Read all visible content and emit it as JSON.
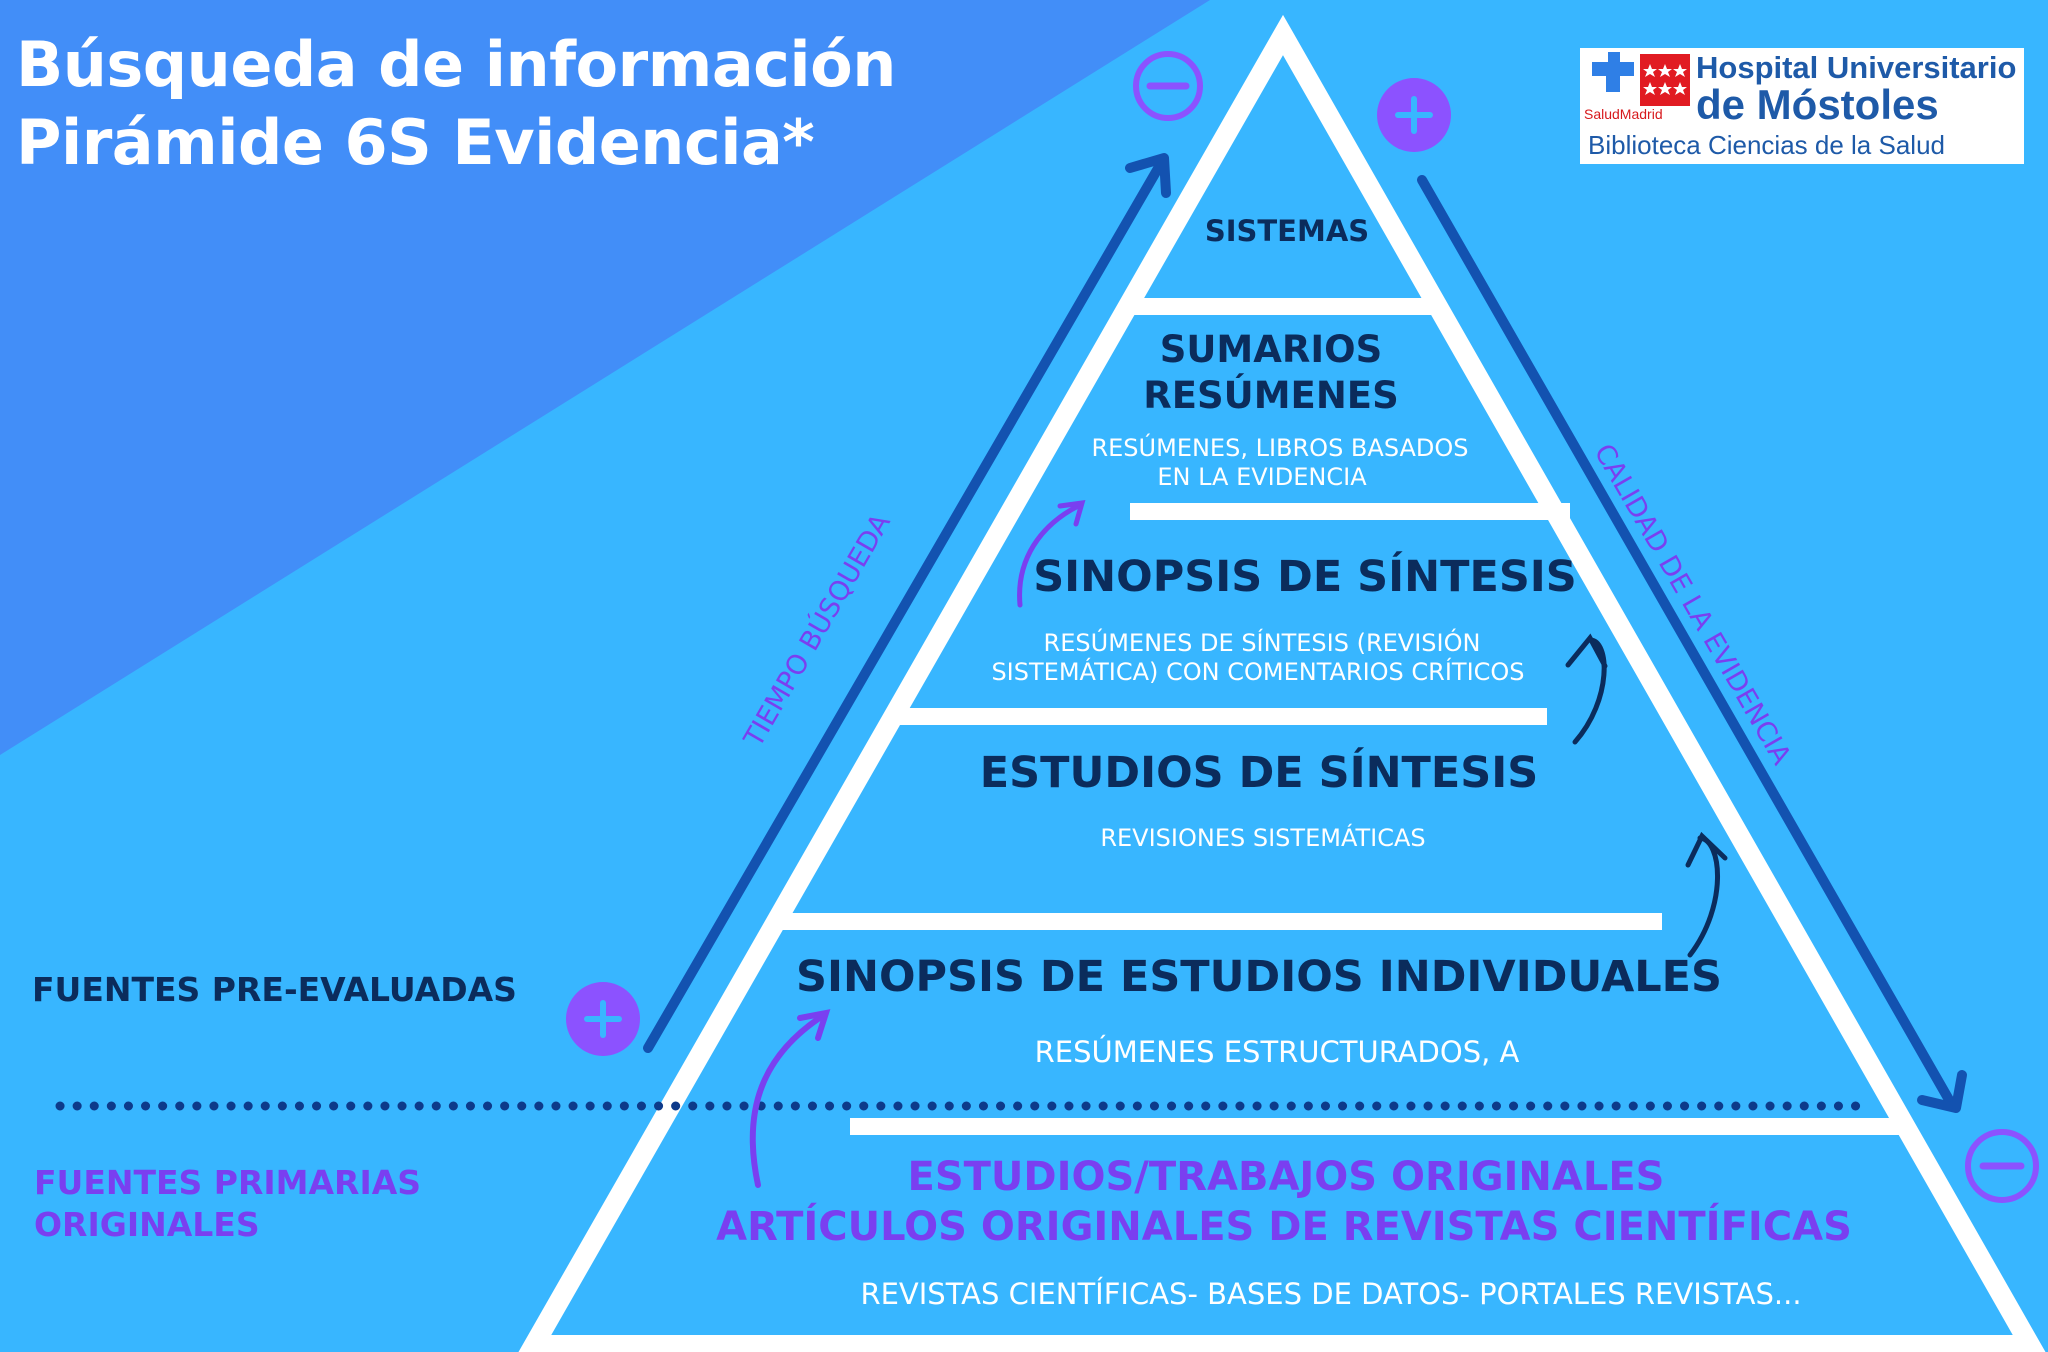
{
  "title": {
    "line1": "Búsqueda de información",
    "line2": "Pirámide 6S Evidencia*"
  },
  "logo": {
    "line1": "Hospital Universitario",
    "line2": "de Móstoles",
    "line3": "Biblioteca Ciencias de la Salud",
    "sub_brand": "SaludMadrid"
  },
  "pyramid": {
    "levels": [
      {
        "title": "SISTEMAS",
        "description": ""
      },
      {
        "title": "SUMARIOS RESÚMENES",
        "title_lines": [
          "SUMARIOS",
          "RESÚMENES"
        ],
        "description_lines": [
          "RESÚMENES, LIBROS BASADOS",
          "EN LA EVIDENCIA"
        ]
      },
      {
        "title": "SINOPSIS DE SÍNTESIS",
        "description_lines": [
          "RESÚMENES DE SÍNTESIS  (REVISIÓN",
          "SISTEMÁTICA) CON COMENTARIOS CRÍTICOS"
        ]
      },
      {
        "title": "ESTUDIOS DE SÍNTESIS",
        "description_lines": [
          "REVISIONES SISTEMÁTICAS"
        ]
      },
      {
        "title": "SINOPSIS DE ESTUDIOS INDIVIDUALES",
        "description_lines": [
          "RESÚMENES ESTRUCTURADOS, A"
        ]
      },
      {
        "title_lines": [
          "ESTUDIOS/TRABAJOS ORIGINALES",
          "ARTÍCULOS ORIGINALES DE REVISTAS CIENTÍFICAS"
        ],
        "description_lines": [
          "REVISTAS CIENTÍFICAS- BASES DE DATOS-  PORTALES REVISTAS..."
        ]
      }
    ]
  },
  "labels": {
    "pre_evaluated": "FUENTES  PRE-EVALUADAS",
    "primary_line1": "FUENTES PRIMARIAS",
    "primary_line2": "ORIGINALES",
    "search_time": "TIEMPO BÚSQUEDA",
    "evidence_quality": "CALIDAD  DE LA  EVIDENCIA"
  },
  "symbols": {
    "plus": "+",
    "minus": "−"
  },
  "colors": {
    "background": "#38B6FF",
    "dark_triangle": "#428EF8",
    "title_text": "#FFFFFF",
    "level_title": "#0B2C5C",
    "accent_purple": "#7A3FF0",
    "arrow_blue": "#1352B0",
    "circle_purple": "#8C52FF",
    "pyramid_outline": "#FFFFFF"
  }
}
